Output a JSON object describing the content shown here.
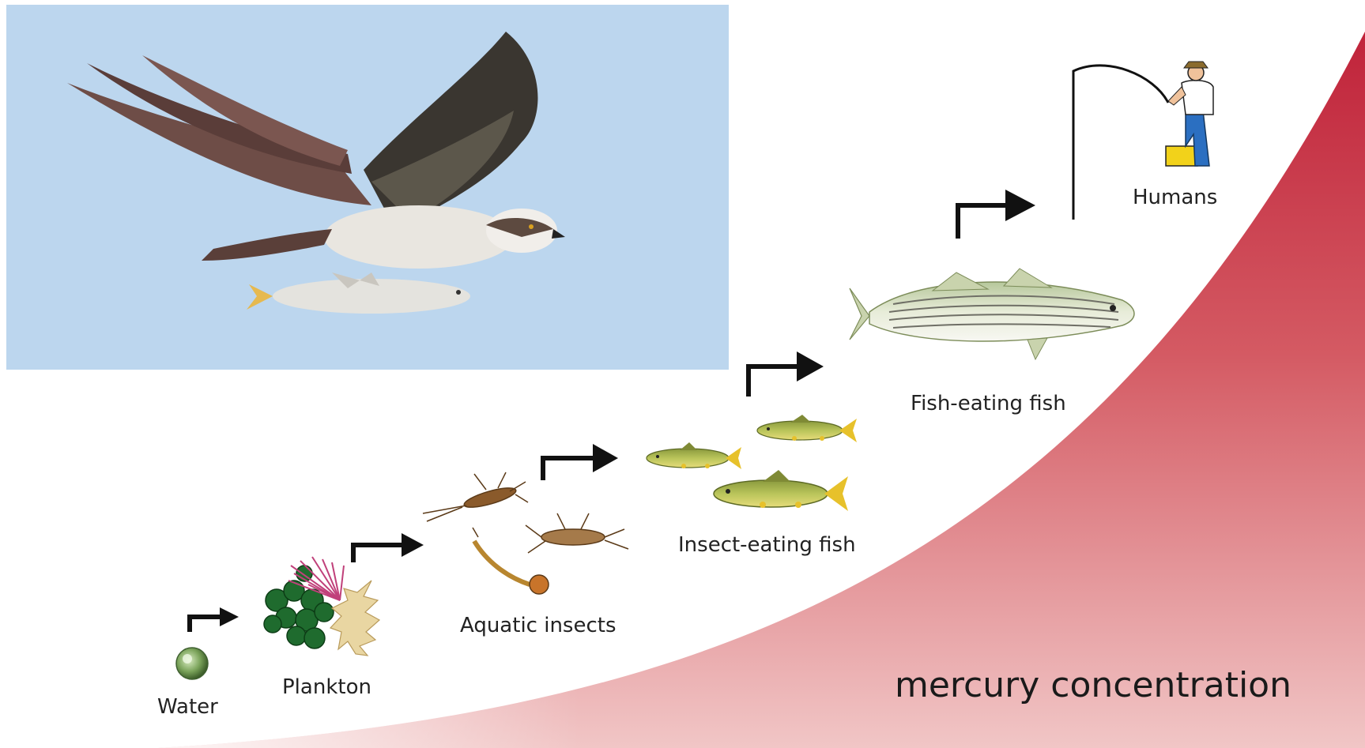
{
  "labels": {
    "water": "Water",
    "plankton": "Plankton",
    "aquatic_insects": "Aquatic insects",
    "insect_eating_fish": "Insect-eating fish",
    "fish_eating_fish": "Fish-eating fish",
    "humans": "Humans",
    "mercury_concentration": "mercury concentration"
  },
  "colors": {
    "sky": "#bcd6ee",
    "curve_dark": "#c0233a",
    "curve_light": "#f1c6c6",
    "arrow": "#111111"
  },
  "icons": [
    "osprey-photo",
    "water-droplet-icon",
    "plankton-icon",
    "aquatic-insect-icon",
    "trout-icon",
    "striped-bass-icon",
    "fisherman-icon"
  ]
}
